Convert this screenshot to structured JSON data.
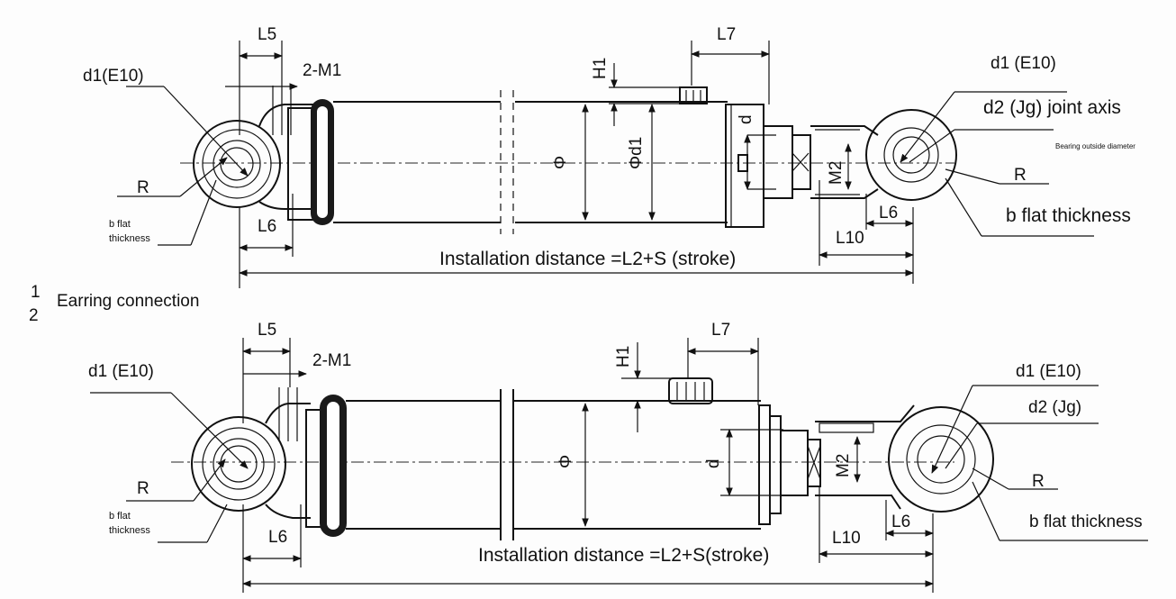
{
  "top": {
    "L5": "L5",
    "M1": "2-M1",
    "L7": "L7",
    "H1": "H1",
    "d1_left": "d1(E10)",
    "d1_right": "d1 (E10)",
    "d2": "d2 (Jg) joint axis",
    "bearing": "Bearing outside diameter",
    "R_left": "R",
    "R_right": "R",
    "b_left_1": "b flat",
    "b_left_2": "thickness",
    "b_right": "b flat thickness",
    "L6_left": "L6",
    "L6_right": "L6",
    "L10": "L10",
    "M2": "M2",
    "d": "d",
    "phi_d1": "Φd1",
    "phi": "Φ",
    "install": "Installation distance =L2+S (stroke)"
  },
  "middle": {
    "n1": "1",
    "n2": "2",
    "caption": "Earring connection"
  },
  "bottom": {
    "L5": "L5",
    "M1": "2-M1",
    "L7": "L7",
    "H1": "H1",
    "d1_left": "d1  (E10)",
    "d1_right": "d1  (E10)",
    "d2": "d2  (Jg)",
    "R_left": "R",
    "R_right": "R",
    "b_left_1": "b flat",
    "b_left_2": "thickness",
    "b_right": "b flat thickness",
    "L6_left": "L6",
    "L6_right": "L6",
    "L10": "L10",
    "M2": "M2",
    "d": "d",
    "phi": "Φ",
    "install": "Installation distance =L2+S(stroke)"
  }
}
